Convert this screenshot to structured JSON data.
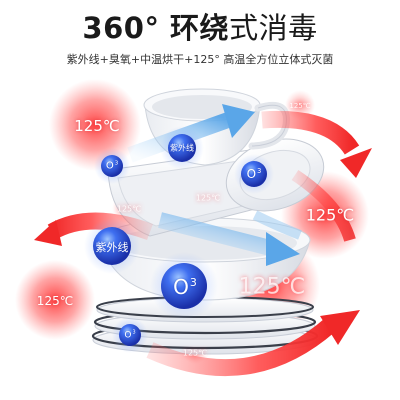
{
  "header": {
    "title_bold": "360° 环绕",
    "title_light": "式消毒",
    "subtitle": "紫外线+臭氧+中温烘干+125° 高温全方位立体式灭菌"
  },
  "labels": {
    "temp_125": "125℃",
    "uv": "紫外线",
    "ozone_o": "O",
    "ozone_sub": "3"
  },
  "colors": {
    "heat_red": "#f03a3a",
    "ozone_blue": "#2a52e0",
    "steam_blue": "#5fa8e6"
  },
  "icons": {
    "heat_arrow": "curved-arrow-icon",
    "steam_arrow": "curved-arrow-icon",
    "dishes": "dish-stack-icon"
  }
}
